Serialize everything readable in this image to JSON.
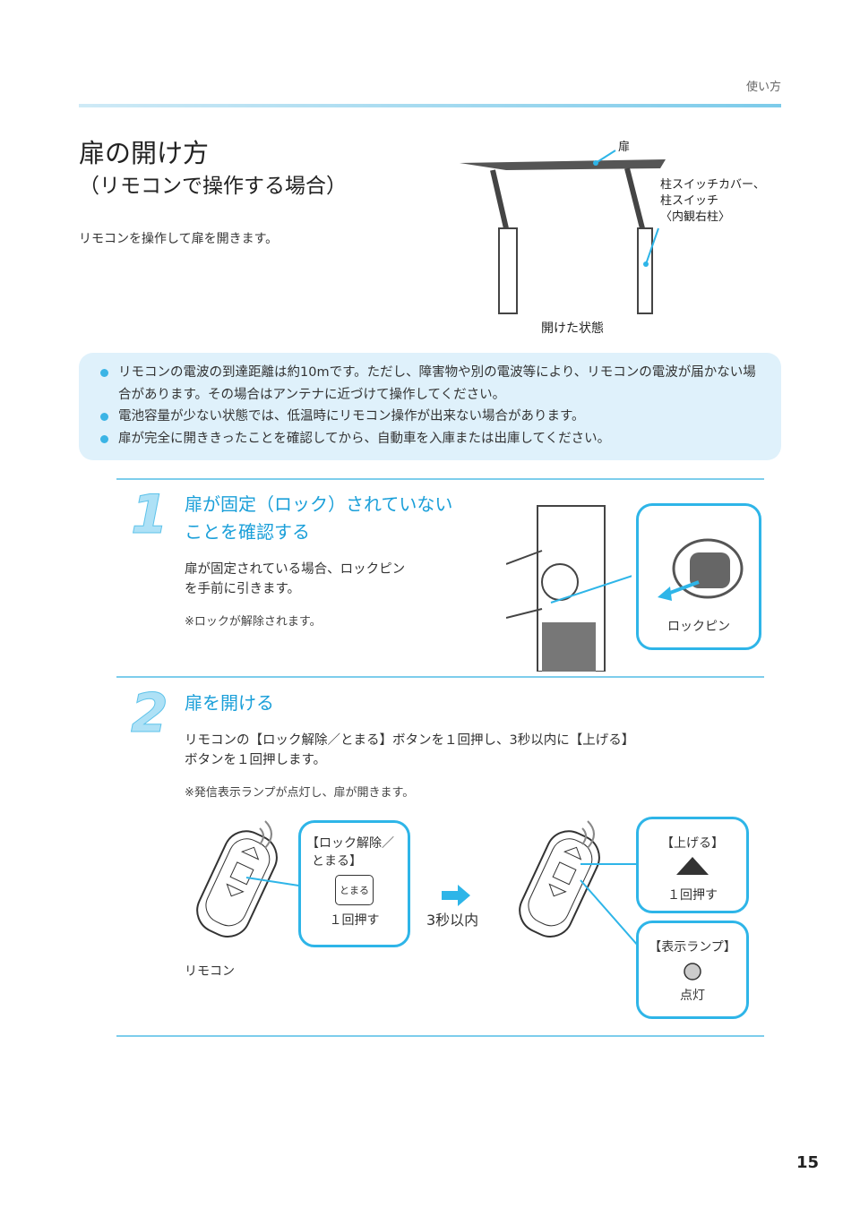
{
  "header": {
    "section": "使い方"
  },
  "title": "扉の開け方",
  "subtitle": "（リモコンで操作する場合）",
  "intro": "リモコンを操作して扉を開きます。",
  "figure_top": {
    "door_label": "扉",
    "switch_label": [
      "柱スイッチカバー、",
      "柱スイッチ",
      "〈内観右柱〉"
    ],
    "caption": "開けた状態"
  },
  "notes": [
    "リモコンの電波の到達距離は約10mです。ただし、障害物や別の電波等により、リモコンの電波が届かない場合があります。その場合はアンテナに近づけて操作してください。",
    "電池容量が少ない状態では、低温時にリモコン操作が出来ない場合があります。",
    "扉が完全に開ききったことを確認してから、自動車を入庫または出庫してください。"
  ],
  "steps": [
    {
      "number": "1",
      "heading": [
        "扉が固定（ロック）されていない",
        "ことを確認する"
      ],
      "body": [
        "扉が固定されている場合、ロックピン",
        "を手前に引きます。"
      ],
      "note": "※ロックが解除されます。",
      "callout": "ロックピン"
    },
    {
      "number": "2",
      "heading": [
        "扉を開ける"
      ],
      "body": [
        "リモコンの【ロック解除／とまる】ボタンを１回押し、3秒以内に【上げる】",
        "ボタンを１回押します。"
      ],
      "note": "※発信表示ランプが点灯し、扉が開きます。",
      "remote_label": "リモコン",
      "callout_stop": {
        "title": [
          "【ロック解除／",
          "とまる】"
        ],
        "button": "とまる",
        "action": "１回押す"
      },
      "arrow_label": "3秒以内",
      "callout_up": {
        "title": "【上げる】",
        "action": "１回押す"
      },
      "callout_lamp": {
        "title": "【表示ランプ】",
        "action": "点灯"
      }
    }
  ],
  "page_number": "15"
}
